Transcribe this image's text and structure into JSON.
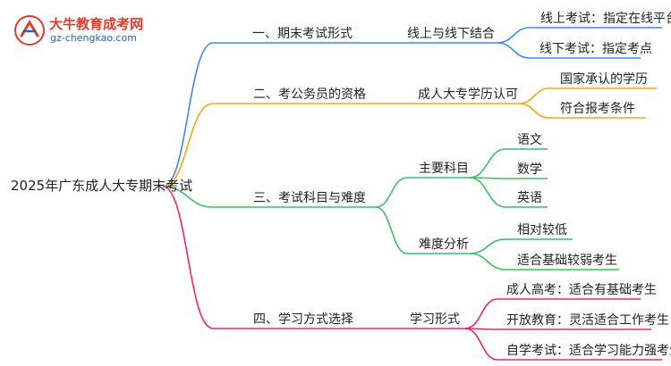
{
  "logo": {
    "brand": "大牛教育成考网",
    "site": "gz-chengkao.com"
  },
  "colors": {
    "blue": "#3d8be8",
    "orange": "#f0a81c",
    "green": "#3dbd66",
    "pink": "#e6286e"
  },
  "root": "2025年广东成人大专期末考试",
  "branches": [
    {
      "label": "一、期末考试形式",
      "color": "blue",
      "children": [
        {
          "label": "线上与线下结合",
          "children": [
            "线上考试：指定在线平台",
            "线下考试：指定考点"
          ]
        }
      ]
    },
    {
      "label": "二、考公务员的资格",
      "color": "orange",
      "children": [
        {
          "label": "成人大专学历认可",
          "children": [
            "国家承认的学历",
            "符合报考条件"
          ]
        }
      ]
    },
    {
      "label": "三、考试科目与难度",
      "color": "green",
      "children": [
        {
          "label": "主要科目",
          "children": [
            "语文",
            "数学",
            "英语"
          ]
        },
        {
          "label": "难度分析",
          "children": [
            "相对较低",
            "适合基础较弱考生"
          ]
        }
      ]
    },
    {
      "label": "四、学习方式选择",
      "color": "pink",
      "children": [
        {
          "label": "学习形式",
          "children": [
            "成人高考：适合有基础考生",
            "开放教育：灵活适合工作考生",
            "自学考试：适合学习能力强考生"
          ]
        }
      ]
    }
  ]
}
